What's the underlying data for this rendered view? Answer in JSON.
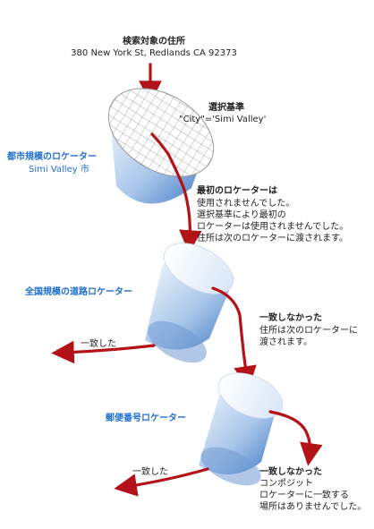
{
  "address": {
    "title": "検索対象の住所",
    "value": "380 New York St, Redlands CA 92373"
  },
  "selection": {
    "title": "選択基準",
    "criteria": "\"City\"='Simi Valley'"
  },
  "locators": {
    "city": {
      "title": "都市規模のロケーター",
      "subtitle": "Simi Valley 市"
    },
    "national": {
      "title": "全国規模の道路ロケーター"
    },
    "zip": {
      "title": "郵便番号ロケーター"
    }
  },
  "notes": {
    "first_title": "最初のロケーターは",
    "first_lines": [
      "使用されませんでした。",
      "選択基準により最初の",
      "ロケーターは使用されませんでした。",
      "住所は次のロケーターに渡されます。"
    ],
    "nomatch1_title": "一致しなかった",
    "nomatch1_lines": [
      "住所は次のロケーターに",
      "渡されます。"
    ],
    "match1": "一致した",
    "match2": "一致した",
    "nomatch2_title": "一致しなかった",
    "nomatch2_lines": [
      "コンポジット",
      "ロケーターに一致する",
      "場所はありませんでした。"
    ]
  },
  "colors": {
    "arrow": "#b31218",
    "locator_blue": "#1f6fd1",
    "cylinder_light": "#eef5fc",
    "cylinder_dark": "#4d83c6"
  }
}
